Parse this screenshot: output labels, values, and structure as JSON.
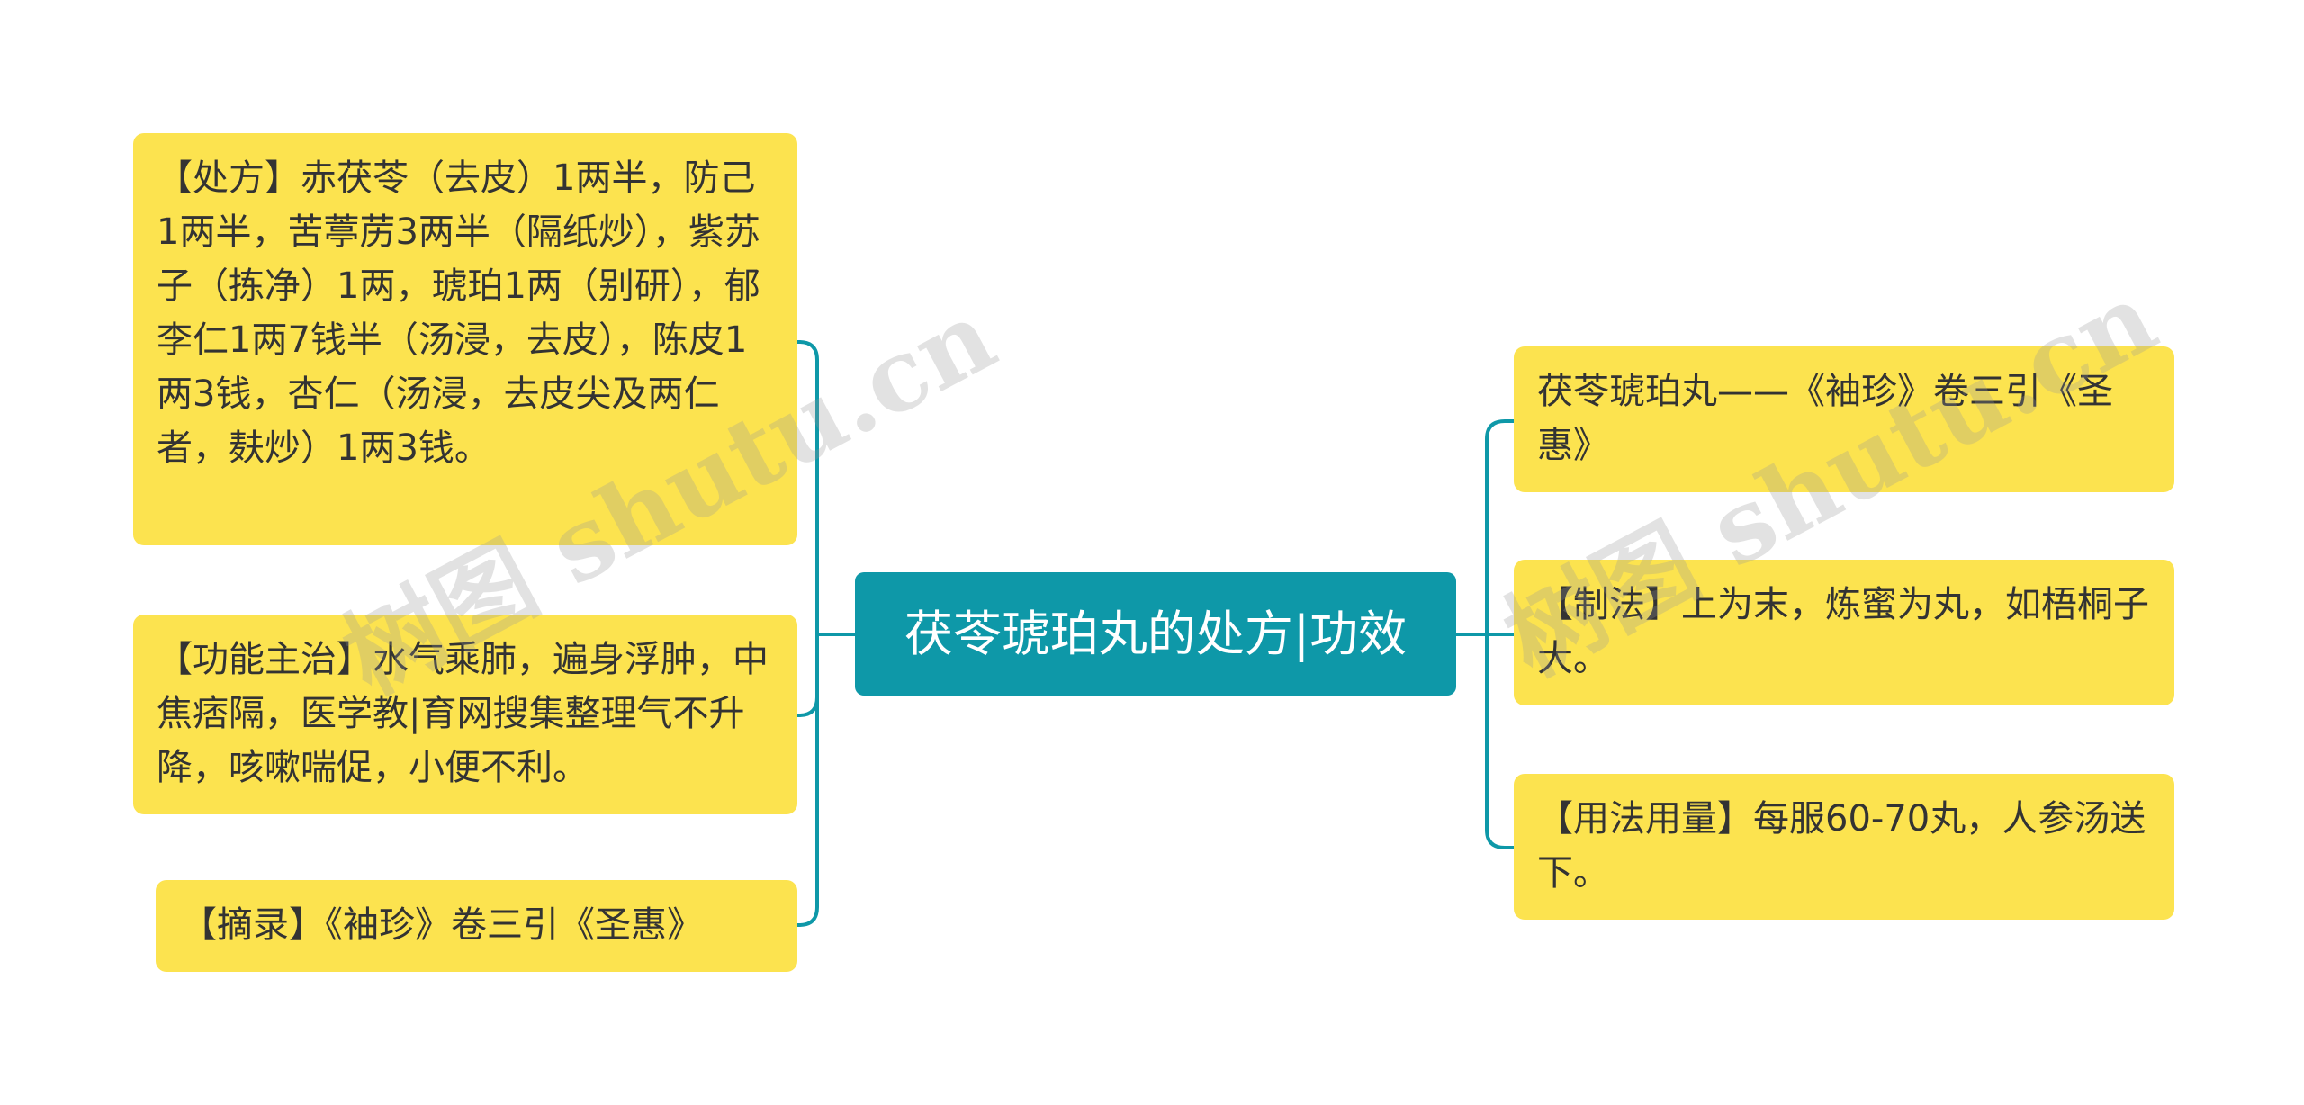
{
  "center": {
    "label": "茯苓琥珀丸的处方|功效",
    "color": "#0e98a8"
  },
  "node_color": "#fce34f",
  "line_color": "#0e98a8",
  "left_nodes": [
    {
      "text": "【处方】赤茯苓（去皮）1两半，防己1两半，苦葶苈3两半（隔纸炒），紫苏子（拣净）1两，琥珀1两（别研），郁李仁1两7钱半（汤浸，去皮），陈皮1两3钱，杏仁（汤浸，去皮尖及两仁者，麸炒）1两3钱。"
    },
    {
      "text": "【功能主治】水气乘肺，遍身浮肿，中焦痞隔，医学教|育网搜集整理气不升降，咳嗽喘促，小便不利。"
    },
    {
      "text": "【摘录】《袖珍》卷三引《圣惠》"
    }
  ],
  "right_nodes": [
    {
      "text": "茯苓琥珀丸——《袖珍》卷三引《圣惠》"
    },
    {
      "text": "【制法】上为末，炼蜜为丸，如梧桐子大。"
    },
    {
      "text": "【用法用量】每服60-70丸，人参汤送下。"
    }
  ],
  "watermarks": [
    "树图 shutu.cn",
    "树图 shutu.cn"
  ]
}
